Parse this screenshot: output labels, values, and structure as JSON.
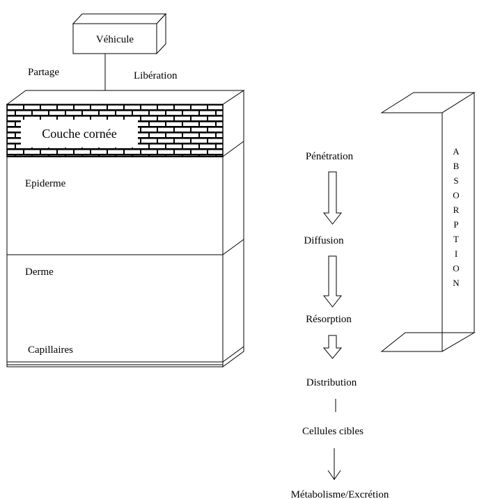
{
  "diagram": {
    "vehicle": "Véhicule",
    "partition": "Partage",
    "release": "Libération",
    "stratum_corneum": "Couche cornée",
    "epidermis": "Epiderme",
    "dermis": "Derme",
    "capillaries": "Capillaires",
    "steps": [
      "Pénétration",
      "Diffusion",
      "Résorption",
      "Distribution",
      "Cellules cibles",
      "Métabolisme/Excrétion"
    ],
    "absorption_letters": [
      "A",
      "B",
      "S",
      "O",
      "R",
      "P",
      "T",
      "I",
      "O",
      "N"
    ]
  }
}
